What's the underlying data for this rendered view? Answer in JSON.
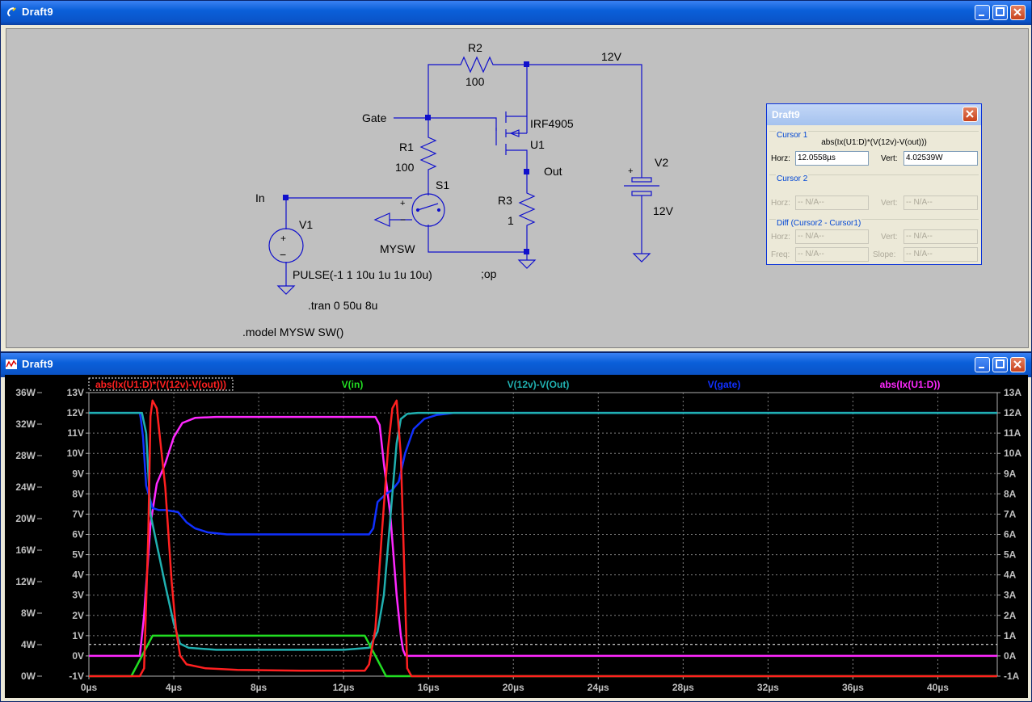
{
  "schematic_window": {
    "title": "Draft9",
    "labels": {
      "r2_name": "R2",
      "r2_value": "100",
      "supply_net": "12V",
      "gate_net": "Gate",
      "r1_name": "R1",
      "r1_value": "100",
      "u1_model": "IRF4905",
      "u1_name": "U1",
      "out_net": "Out",
      "r3_name": "R3",
      "r3_value": "1",
      "v2_name": "V2",
      "v2_value": "12V",
      "in_net": "In",
      "s1_name": "S1",
      "v1_name": "V1",
      "sw_model": "MYSW",
      "pulse": "PULSE(-1 1 10u 1u 1u 10u)",
      "op": ";op",
      "tran": ".tran 0 50u 8u",
      "model_directive": ".model MYSW SW()"
    }
  },
  "cursor_dialog": {
    "title": "Draft9",
    "cursor1": {
      "label": "Cursor 1",
      "expr": "abs(Ix(U1:D)*(V(12v)-V(out)))",
      "horz_label": "Horz:",
      "horz": "12.0558µs",
      "vert_label": "Vert:",
      "vert": "4.02539W"
    },
    "cursor2": {
      "label": "Cursor 2",
      "horz_label": "Horz:",
      "horz": "-- N/A--",
      "vert_label": "Vert:",
      "vert": "-- N/A--"
    },
    "diff": {
      "label": "Diff (Cursor2 - Cursor1)",
      "horz_label": "Horz:",
      "horz": "-- N/A--",
      "vert_label": "Vert:",
      "vert": "-- N/A--",
      "freq_label": "Freq:",
      "freq": "-- N/A--",
      "slope_label": "Slope:",
      "slope": "-- N/A--"
    }
  },
  "waveform_window": {
    "title": "Draft9"
  },
  "colors": {
    "power": "#ff2020",
    "vin": "#22dd22",
    "vds": "#20b0b0",
    "vgate": "#1030ff",
    "id": "#ff28ff"
  },
  "chart_data": {
    "type": "line",
    "x_axis": {
      "unit": "µs",
      "ticks": [
        "0µs",
        "4µs",
        "8µs",
        "12µs",
        "16µs",
        "20µs",
        "24µs",
        "28µs",
        "32µs",
        "36µs",
        "40µs"
      ],
      "range": [
        0,
        42.8
      ]
    },
    "y_left_outer": {
      "ticks": [
        "0W",
        "4W",
        "8W",
        "12W",
        "16W",
        "20W",
        "24W",
        "28W",
        "32W",
        "36W"
      ],
      "range": [
        0,
        36
      ]
    },
    "y_left_inner": {
      "ticks": [
        "-1V",
        "0V",
        "1V",
        "2V",
        "3V",
        "4V",
        "5V",
        "6V",
        "7V",
        "8V",
        "9V",
        "10V",
        "11V",
        "12V",
        "13V"
      ],
      "range": [
        -1,
        13
      ]
    },
    "y_right": {
      "ticks": [
        "-1A",
        "0A",
        "1A",
        "2A",
        "3A",
        "4A",
        "5A",
        "6A",
        "7A",
        "8A",
        "9A",
        "10A",
        "11A",
        "12A",
        "13A"
      ],
      "range": [
        -1,
        13
      ]
    },
    "grid": true,
    "series": [
      {
        "name": "abs(Ix(U1:D)*(V(12v)-V(out)))",
        "axis": "W",
        "x": [
          0,
          2.4,
          2.6,
          2.8,
          2.9,
          3.0,
          3.2,
          3.6,
          3.9,
          4.1,
          4.3,
          4.6,
          5.5,
          7,
          10,
          12,
          13,
          13.2,
          13.5,
          13.8,
          14.1,
          14.3,
          14.5,
          14.7,
          14.9,
          15.0,
          15.2,
          42.8
        ],
        "y": [
          0,
          0,
          1,
          18,
          33,
          35,
          34,
          24,
          12,
          6,
          2.6,
          1.5,
          1.0,
          0.8,
          0.7,
          0.7,
          0.7,
          1.5,
          6,
          18,
          29,
          34,
          35,
          28,
          10,
          1,
          0,
          0
        ]
      },
      {
        "name": "V(in)",
        "axis": "V",
        "x": [
          0,
          2.0,
          3.0,
          13.0,
          14.0,
          42.8
        ],
        "y": [
          -1,
          -1,
          1,
          1,
          -1,
          -1
        ]
      },
      {
        "name": "V(12v)-V(Out)",
        "axis": "V",
        "x": [
          0,
          2.5,
          2.7,
          2.9,
          3.2,
          3.6,
          4.0,
          4.3,
          4.7,
          6,
          8,
          12,
          13.2,
          13.6,
          13.9,
          14.1,
          14.3,
          14.5,
          14.7,
          15.0,
          15.5,
          16,
          42.8
        ],
        "y": [
          12,
          12,
          11,
          7,
          5.5,
          3.5,
          1.6,
          0.6,
          0.4,
          0.3,
          0.3,
          0.3,
          0.4,
          1.2,
          3,
          5.5,
          8,
          10.5,
          11.7,
          11.95,
          12,
          12,
          12
        ]
      },
      {
        "name": "V(gate)",
        "axis": "V",
        "x": [
          0,
          2.4,
          2.45,
          2.55,
          2.7,
          3.0,
          3.3,
          3.6,
          4.2,
          4.6,
          5.0,
          5.6,
          6.5,
          10,
          13.2,
          13.4,
          13.6,
          14.0,
          14.3,
          14.6,
          14.9,
          15.3,
          15.8,
          16.4,
          17.2,
          42.8
        ],
        "y": [
          12,
          12,
          11.7,
          10.8,
          8.4,
          7.3,
          7.2,
          7.2,
          7.1,
          6.6,
          6.3,
          6.1,
          6.0,
          6.0,
          6.0,
          6.3,
          7.6,
          8.0,
          8.2,
          8.6,
          10,
          11.2,
          11.7,
          11.9,
          12,
          12
        ]
      },
      {
        "name": "abs(Ix(U1:D))",
        "axis": "A",
        "x": [
          0,
          2.4,
          2.6,
          2.9,
          3.2,
          3.6,
          4.0,
          4.4,
          5,
          6,
          8,
          12,
          13.5,
          13.7,
          13.9,
          14.2,
          14.5,
          14.7,
          14.8,
          14.9,
          15.0,
          42.8
        ],
        "y": [
          0,
          0,
          2,
          6.5,
          8.5,
          9.5,
          10.8,
          11.5,
          11.75,
          11.8,
          11.8,
          11.8,
          11.8,
          11.4,
          9.5,
          7,
          3,
          1,
          0.3,
          0.05,
          0,
          0
        ]
      }
    ]
  }
}
